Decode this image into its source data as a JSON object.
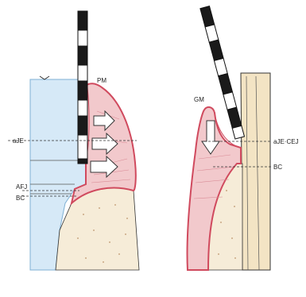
{
  "colors": {
    "gingiva": "#f2c9cc",
    "gingiva_surface": "#d04a5e",
    "implant": "#d6e9f7",
    "implant_edge": "#7fb0d4",
    "tooth": "#f3e4c4",
    "bone": "#f6ecd8",
    "probe_dark": "#1a1a1a",
    "probe_light": "#ffffff",
    "line": "#333333"
  },
  "labels": {
    "left_margin": "PM",
    "left_junction": "aJE",
    "left_connection": "AFJ",
    "left_bone": "BC",
    "right_margin": "GM",
    "right_junction": "aJE·CEJ",
    "right_bone": "BC"
  }
}
